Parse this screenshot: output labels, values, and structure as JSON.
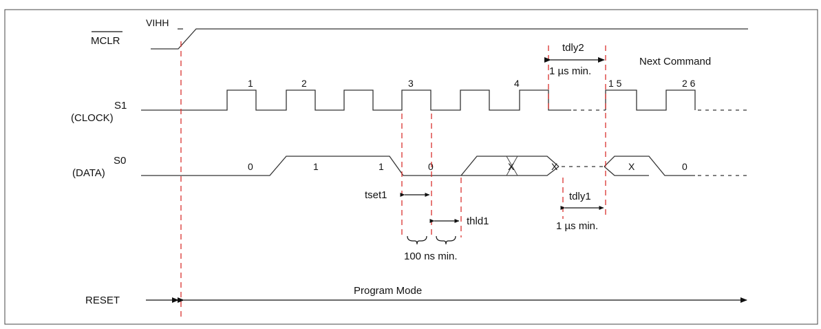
{
  "colors": {
    "marker": "#d9302c",
    "signal": "#333333"
  },
  "signals": {
    "mclr": "MCLR",
    "vihh": "VIHH",
    "s1": "S1",
    "s1_sub": "(CLOCK)",
    "s0": "S0",
    "s0_sub": "(DATA)",
    "reset": "RESET"
  },
  "clock_labels": [
    "1",
    "2",
    "3",
    "4",
    "1 5",
    "2 6"
  ],
  "data_labels": [
    "0",
    "1",
    "1",
    "0",
    "X",
    "X",
    "X",
    "0"
  ],
  "timing": {
    "tdly2": "tdly2",
    "tdly2_min": "1 µs min.",
    "next_command": "Next Command",
    "tset1": "tset1",
    "thld1": "thld1",
    "hold_min": "100 ns min.",
    "tdly1": "tdly1",
    "tdly1_min": "1 µs min."
  },
  "program_mode": "Program Mode"
}
